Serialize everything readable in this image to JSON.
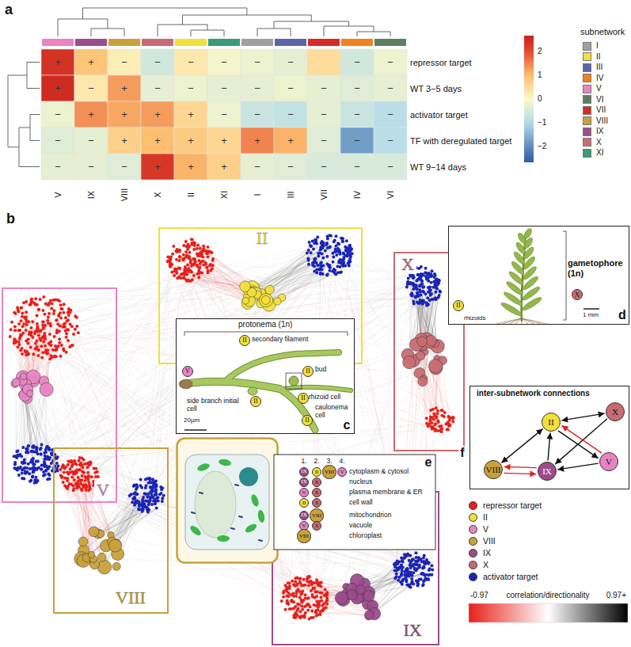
{
  "diagram": {
    "nodes": [
      {
        "text": [
          "II"
        ]
      },
      {
        "text": [
          "protonema (1n)"
        ]
      },
      {
        "text": [
          "V"
        ],
        "in": 1
      },
      {
        "text": [
          "II"
        ],
        "in": 1
      },
      {
        "text": [
          "II"
        ],
        "in": 1
      },
      {
        "text": [
          "II"
        ],
        "in": 1
      },
      {
        "text": [
          "II"
        ],
        "in": 1
      },
      {
        "text": [
          "II"
        ],
        "in": 1
      },
      {
        "text": [
          "V"
        ]
      },
      {
        "text": [
          "X"
        ]
      },
      {
        "text": [
          "gametophore (1n)"
        ]
      },
      {
        "text": [
          "X"
        ],
        "in": 10
      },
      {
        "text": [
          "II"
        ],
        "in": 10
      },
      {
        "text": [
          "inter-subnetwork connections"
        ]
      },
      {
        "text": [
          "X"
        ],
        "in": 13
      },
      {
        "text": [
          "II"
        ],
        "in": 13
      },
      {
        "text": [
          "V"
        ],
        "in": 13
      },
      {
        "text": [
          "VIII"
        ],
        "in": 13
      },
      {
        "text": [
          "IX"
        ],
        "in": 13
      },
      {
        "text": [
          "IX"
        ]
      },
      {
        "text": [
          "II"
        ]
      },
      {
        "text": [
          "VIII"
        ]
      },
      {
        "text": [
          "V"
        ]
      },
      {
        "text": [
          "IX"
        ]
      },
      {
        "text": [
          "X"
        ]
      },
      {
        "text": [
          "V"
        ]
      },
      {
        "text": [
          "X"
        ]
      },
      {
        "text": [
          "II"
        ]
      },
      {
        "text": [
          "X"
        ]
      },
      {
        "text": [
          "IX"
        ]
      },
      {
        "text": [
          "VIII"
        ]
      },
      {
        "text": [
          "V"
        ]
      },
      {
        "text": [
          "X"
        ]
      },
      {
        "text": [
          "VIII"
        ]
      },
      {
        "text": [
          "VIII"
        ]
      },
      {
        "text": [
          "IX"
        ]
      }
    ],
    "edges": [
      {
        "from": 15,
        "to": 14,
        "arrow": "both"
      },
      {
        "from": 14,
        "to": 18,
        "arrow": "to"
      },
      {
        "from": 15,
        "to": 16,
        "arrow": "to"
      },
      {
        "from": 16,
        "to": 15,
        "arrow": "to"
      },
      {
        "from": 15,
        "to": 17,
        "arrow": "both"
      },
      {
        "from": 18,
        "to": 15,
        "arrow": "to"
      },
      {
        "from": 16,
        "to": 18,
        "arrow": "to"
      },
      {
        "from": 18,
        "to": 17,
        "arrow": "to"
      },
      {
        "from": 17,
        "to": 18,
        "arrow": "to"
      }
    ],
    "labels": [
      "a",
      "V",
      "IX",
      "VIII",
      "X",
      "II",
      "XI",
      "I",
      "III",
      "VII",
      "IV",
      "VI",
      "repressor target",
      "WT 3−5 days",
      "activator target",
      "TF with deregulated target",
      "WT 9−14 days",
      "+",
      "+",
      "−",
      "−",
      "−",
      "−",
      "−",
      "−",
      "−",
      "−",
      "+",
      "−",
      "+",
      "−",
      "−",
      "−",
      "−",
      "−",
      "−",
      "−",
      "−",
      "−",
      "+",
      "+",
      "+",
      "+",
      "−",
      "−",
      "−",
      "−",
      "−",
      "−",
      "−",
      "−",
      "+",
      "+",
      "+",
      "+",
      "+",
      "+",
      "−",
      "−",
      "−",
      "−",
      "−",
      "−",
      "+",
      "+",
      "+",
      "−",
      "−",
      "−",
      "−",
      "−",
      "subnetwork",
      "2",
      "1",
      "0",
      "−1",
      "−2",
      "b",
      "c",
      "secondary filament",
      "bud",
      "rhizoid cell",
      "side branch initial cell",
      "caulonema cell",
      "20µm",
      "d",
      "rhizoids",
      "1 mm",
      "e",
      "1.",
      "2.",
      "3.",
      "4.",
      "cytoplasm & cytosol",
      "nucleus",
      "plasma membrane & ER",
      "cell wall",
      "mitochondrion",
      "vacuole",
      "chloroplast",
      "f",
      "-0.97",
      "correlation/directionality",
      "0.97+"
    ],
    "legend": [
      {
        "text": "I",
        "color": "#a0a0a0"
      },
      {
        "text": "II",
        "color": "#f2e03a"
      },
      {
        "text": "III",
        "color": "#5a64a8"
      },
      {
        "text": "IV",
        "color": "#f0821e"
      },
      {
        "text": "V",
        "color": "#e884c4"
      },
      {
        "text": "VI",
        "color": "#5e7e62"
      },
      {
        "text": "VII",
        "color": "#d62b27"
      },
      {
        "text": "VIII",
        "color": "#c9a13a"
      },
      {
        "text": "IX",
        "color": "#9c4c8c"
      },
      {
        "text": "X",
        "color": "#c96b72"
      },
      {
        "text": "XI",
        "color": "#3a9a7a"
      },
      {
        "text": "repressor target",
        "color": "#e8201a"
      },
      {
        "text": "II",
        "color": "#f2e03a"
      },
      {
        "text": "V",
        "color": "#e884c4"
      },
      {
        "text": "VIII",
        "color": "#c9a13a"
      },
      {
        "text": "IX",
        "color": "#9c4c8c"
      },
      {
        "text": "X",
        "color": "#c96b72"
      },
      {
        "text": "activator target",
        "color": "#1b25b5"
      }
    ]
  }
}
